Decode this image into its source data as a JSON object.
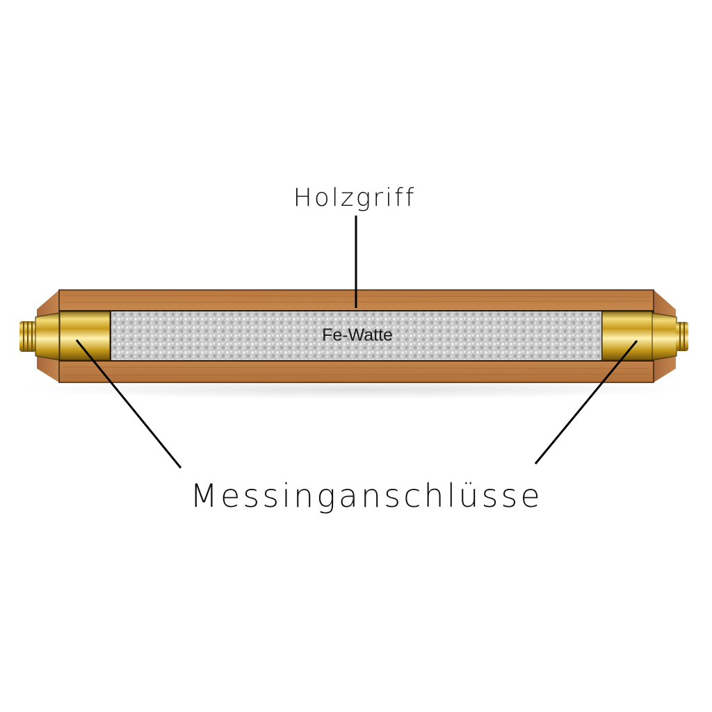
{
  "labels": {
    "handle": "Holzgriff",
    "filling": "Fe-Watte",
    "connectors": "Messinganschlüsse"
  },
  "colors": {
    "wood": "#c88a4e",
    "brass": "#d9b030",
    "wool": "#c8c8c8",
    "line": "#000000"
  }
}
